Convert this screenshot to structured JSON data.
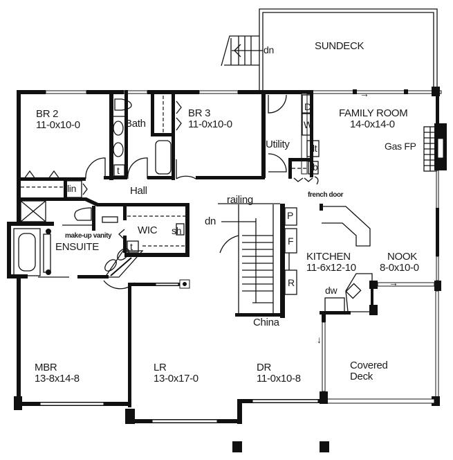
{
  "plan": {
    "rooms": {
      "sundeck": {
        "name": "SUNDECK"
      },
      "br2": {
        "name": "BR 2",
        "dims": "11-0x10-0"
      },
      "bath": {
        "name": "Bath"
      },
      "br3": {
        "name": "BR 3",
        "dims": "11-0x10-0"
      },
      "utility": {
        "name": "Utility"
      },
      "family_room": {
        "name": "FAMILY ROOM",
        "dims": "14-0x14-0"
      },
      "hall": {
        "name": "Hall"
      },
      "wic": {
        "name": "WIC"
      },
      "ensuite": {
        "name": "ENSUITE"
      },
      "kitchen": {
        "name": "KITCHEN",
        "dims": "11-6x12-10"
      },
      "nook": {
        "name": "NOOK",
        "dims": "8-0x10-0"
      },
      "mbr": {
        "name": "MBR",
        "dims": "13-8x14-8"
      },
      "lr": {
        "name": "LR",
        "dims": "13-0x17-0"
      },
      "dr": {
        "name": "DR",
        "dims": "11-0x10-8"
      },
      "covered_deck": {
        "name": "Covered",
        "name2": "Deck"
      }
    },
    "annotations": {
      "deck_stairs_dn": "dn",
      "main_stairs_dn": "dn",
      "railing": "railing",
      "china": "China",
      "french_door": "french door",
      "gas_fp": "Gas FP",
      "makeup_vanity": "make-up vanity",
      "linen": "lin",
      "shower": "sh",
      "toilet_bath": "t",
      "toilet_ensuite": "t",
      "laundry_tub": "lt",
      "bench": "b",
      "dryer": "D",
      "washer": "W",
      "pantry": "P",
      "freezer": "F",
      "refrigerator": "R",
      "dishwasher": "dw",
      "slider_arrow_family": "→",
      "slider_arrow_nook": "→",
      "slider_arrow_dr": "↓"
    }
  }
}
